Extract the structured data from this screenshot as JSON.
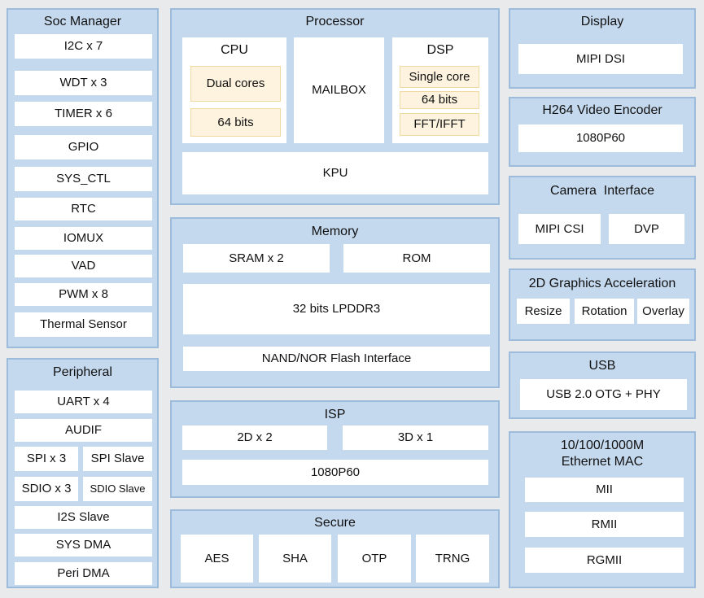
{
  "soc_manager": {
    "title": "Soc Manager",
    "items": [
      "I2C x 7",
      "WDT x 3",
      "TIMER x 6",
      "GPIO",
      "SYS_CTL",
      "RTC",
      "IOMUX",
      "VAD",
      "PWM x 8",
      "Thermal Sensor"
    ]
  },
  "peripheral": {
    "title": "Peripheral",
    "uart": "UART x 4",
    "audif": "AUDIF",
    "spi": "SPI x 3",
    "spi_slave": "SPI Slave",
    "sdio": "SDIO x 3",
    "sdio_slave": "SDIO Slave",
    "i2s_slave": "I2S Slave",
    "sys_dma": "SYS DMA",
    "peri_dma": "Peri DMA"
  },
  "processor": {
    "title": "Processor",
    "cpu": {
      "title": "CPU",
      "cores": "Dual cores",
      "bits": "64 bits"
    },
    "mailbox": "MAILBOX",
    "dsp": {
      "title": "DSP",
      "core": "Single core",
      "bits": "64 bits",
      "fft": "FFT/IFFT"
    },
    "kpu": "KPU"
  },
  "memory": {
    "title": "Memory",
    "sram": "SRAM x 2",
    "rom": "ROM",
    "lpddr": "32 bits LPDDR3",
    "flash": "NAND/NOR Flash Interface"
  },
  "isp": {
    "title": "ISP",
    "two_d": "2D x 2",
    "three_d": "3D x 1",
    "res": "1080P60"
  },
  "secure": {
    "title": "Secure",
    "items": [
      "AES",
      "SHA",
      "OTP",
      "TRNG"
    ]
  },
  "display": {
    "title": "Display",
    "item": "MIPI DSI"
  },
  "h264": {
    "title": "H264 Video Encoder",
    "item": "1080P60"
  },
  "camera": {
    "title": "Camera  Interface",
    "csi": "MIPI CSI",
    "dvp": "DVP"
  },
  "graphics2d": {
    "title": "2D Graphics Acceleration",
    "resize": "Resize",
    "rotation": "Rotation",
    "overlay": "Overlay"
  },
  "usb": {
    "title": "USB",
    "item": "USB 2.0 OTG + PHY"
  },
  "ethernet": {
    "title_line1": "10/100/1000M",
    "title_line2": "Ethernet MAC",
    "items": [
      "MII",
      "RMII",
      "RGMII"
    ]
  }
}
